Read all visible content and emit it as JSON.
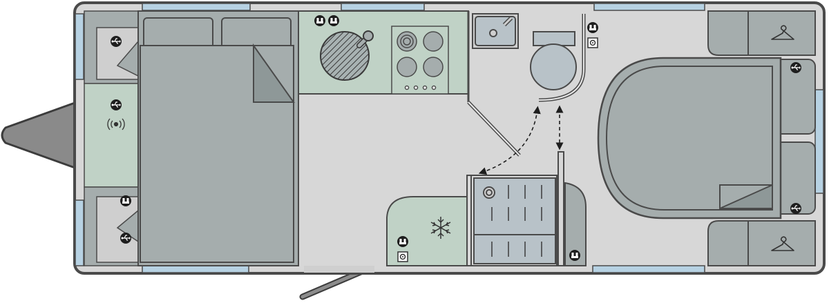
{
  "diagram": {
    "type": "caravan-floorplan",
    "features": {
      "fixed_bed": "island-bed",
      "end_bed": "island-bed",
      "kitchen": [
        "round-sink",
        "four-burner-hob",
        "fridge"
      ],
      "washroom": [
        "basin",
        "toilet",
        "shower"
      ],
      "wardrobes": [
        "hanger-icon",
        "hanger-icon"
      ],
      "sockets": [
        "mains-socket-icon",
        "usb-socket-icon",
        "tv-point-icon",
        "wireless-charger-icon"
      ]
    }
  },
  "colors": {
    "background": "#ffffff",
    "shell": "#d7d7d7",
    "outline": "#4a4a4a",
    "furniture": "#a5adad",
    "furniture_dark": "#8e9898",
    "green_unit": "#c0d2c6",
    "window": "#b7d2e3",
    "hitch": "#8a8a8a"
  },
  "icons": {
    "socket": "mains-socket-icon",
    "usb": "usb-socket-icon",
    "tv": "tv-point-icon",
    "wireless": "wireless-charger-icon",
    "hanger": "hanger-icon",
    "snowflake": "fridge-snowflake-icon"
  }
}
